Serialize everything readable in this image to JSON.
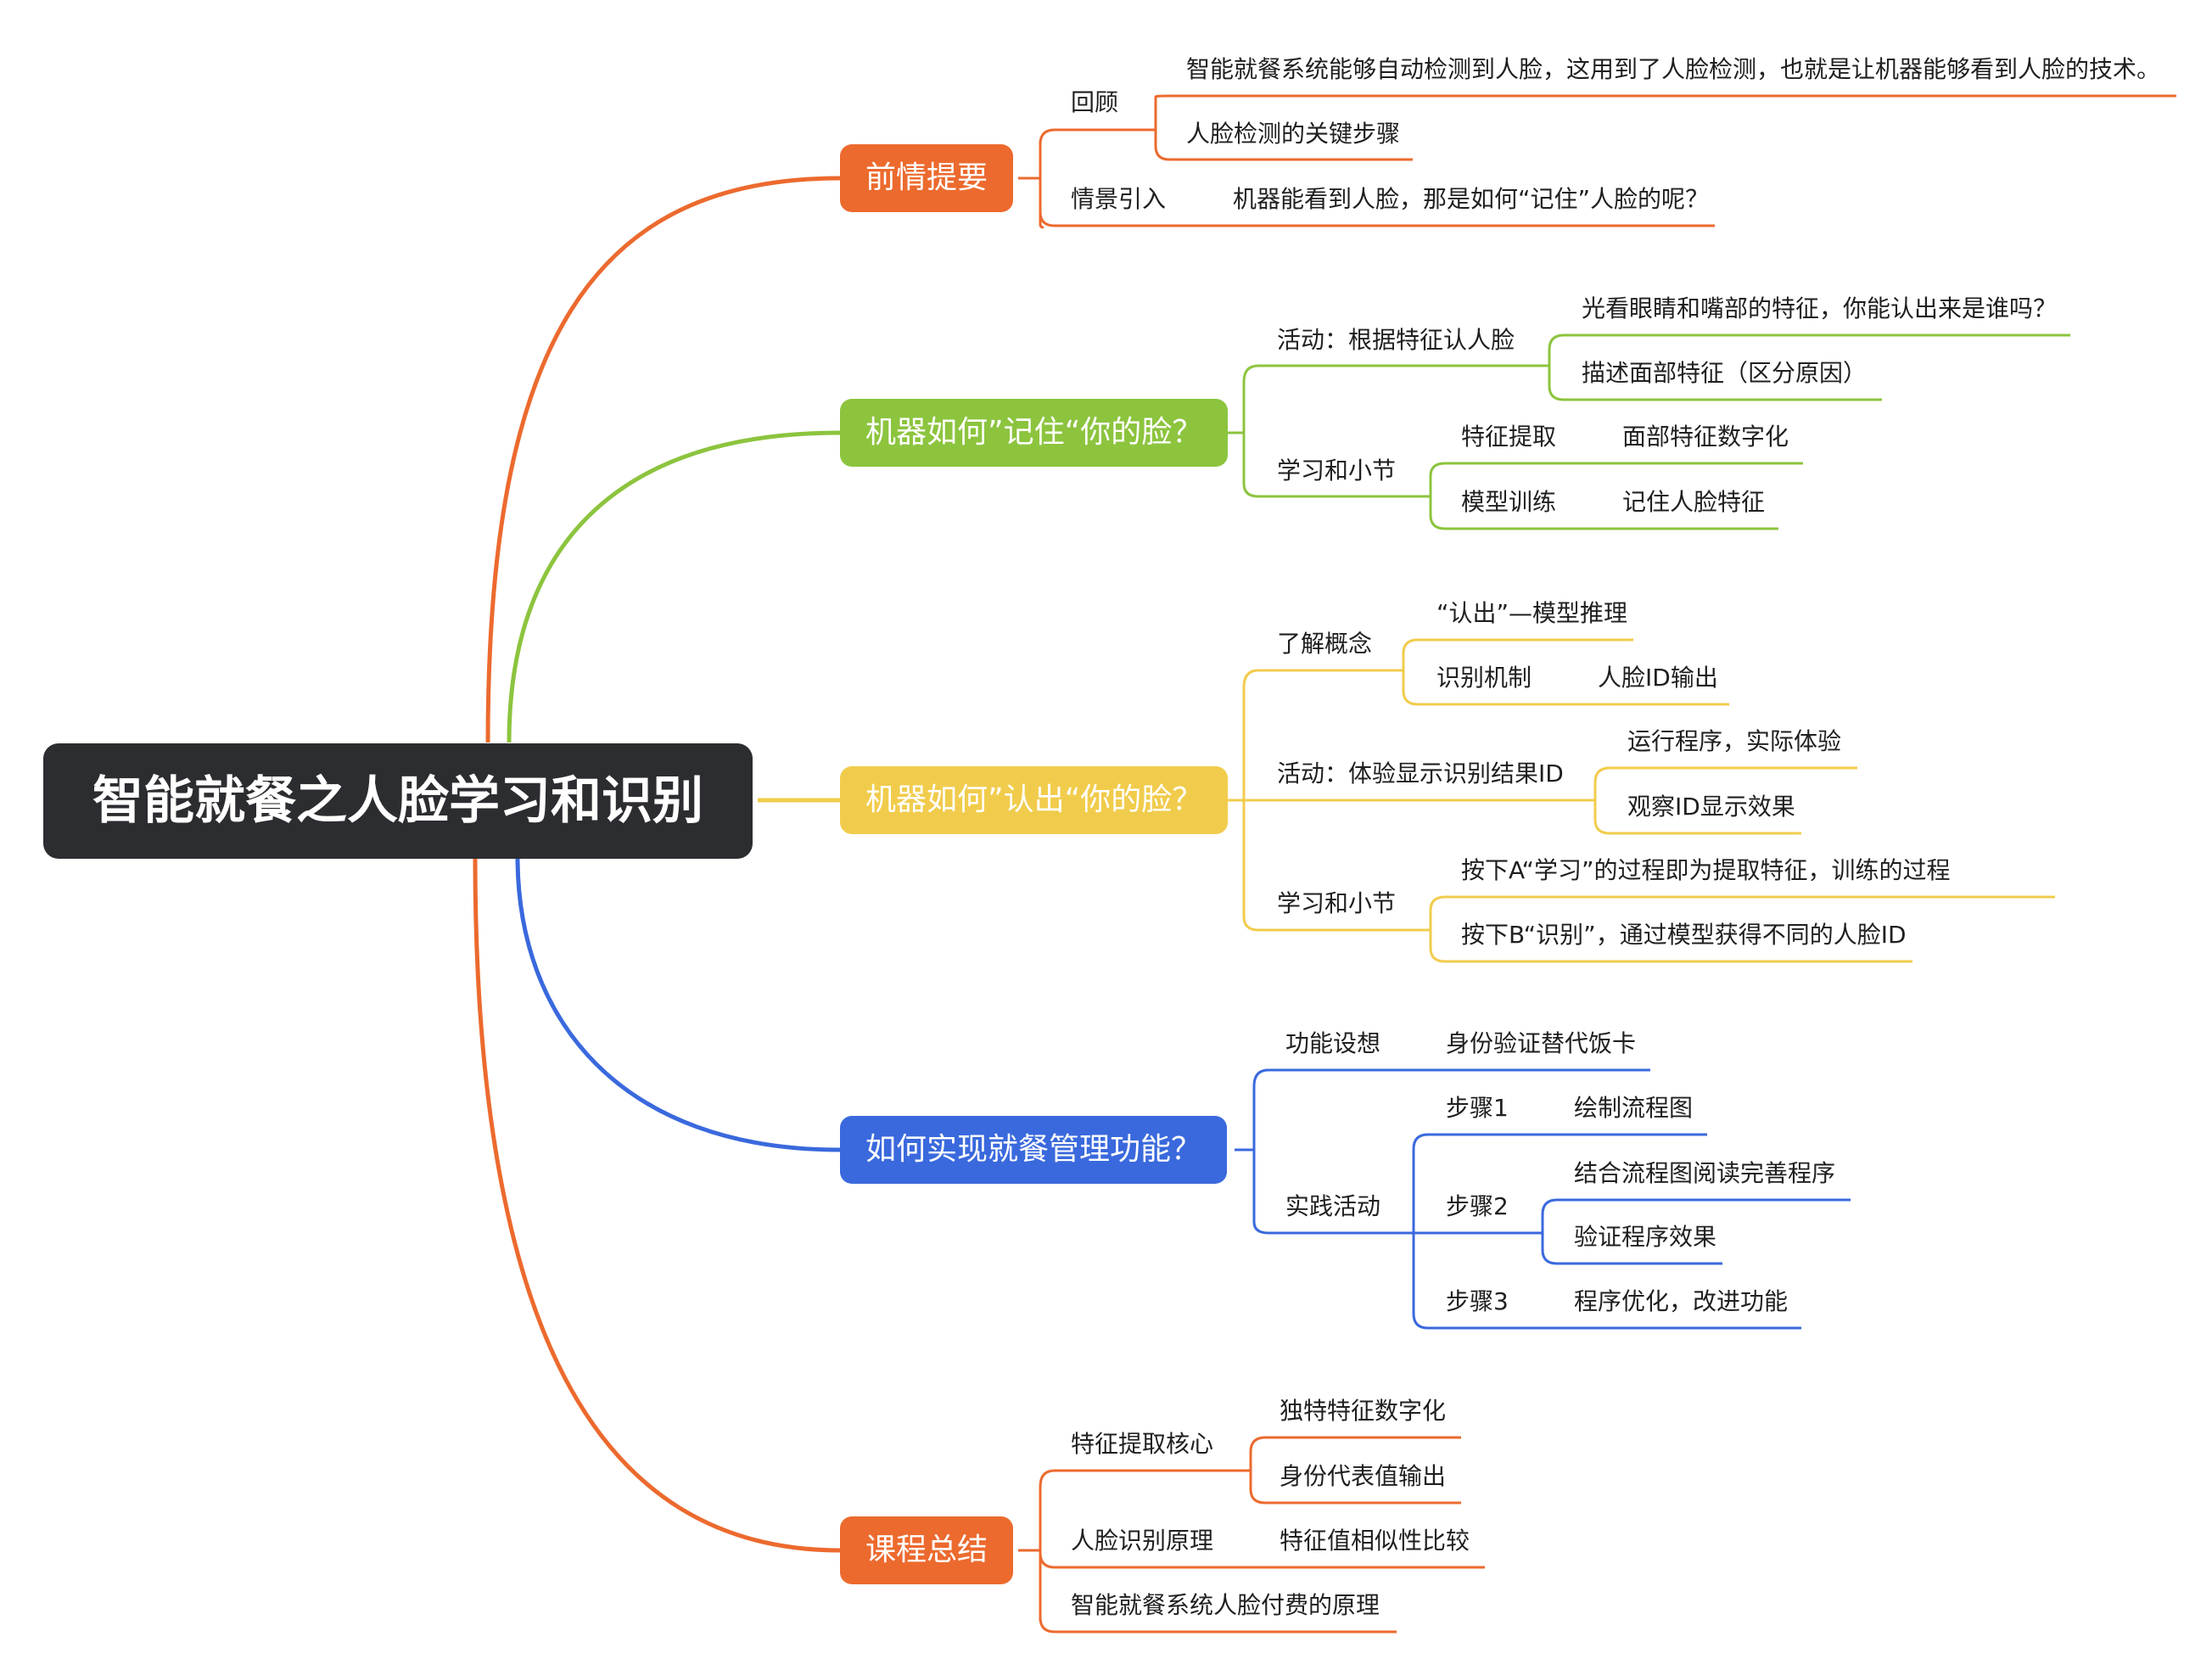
{
  "root": {
    "label": "智能就餐之人脸学习和识别"
  },
  "colors": {
    "root_bg": "#2b2d30",
    "orange": "#ec6a2e",
    "green": "#8cc43e",
    "yellow": "#f1cc4c",
    "blue": "#3a69dd"
  },
  "branches": [
    {
      "label": "前情提要",
      "color": "#ec6a2e",
      "children": [
        {
          "label": "回顾",
          "children": [
            {
              "label": "智能就餐系统能够自动检测到人脸，这用到了人脸检测，也就是让机器能够看到人脸的技术。"
            },
            {
              "label": "人脸检测的关键步骤"
            }
          ]
        },
        {
          "label": "情景引入",
          "children": [
            {
              "label": "机器能看到人脸，那是如何“记住”人脸的呢？"
            }
          ]
        }
      ]
    },
    {
      "label": "机器如何”记住“你的脸？",
      "color": "#8cc43e",
      "children": [
        {
          "label": "活动：根据特征认人脸",
          "children": [
            {
              "label": "光看眼睛和嘴部的特征，你能认出来是谁吗？"
            },
            {
              "label": "描述面部特征（区分原因）"
            }
          ]
        },
        {
          "label": "学习和小节",
          "children": [
            {
              "label": "特征提取",
              "children": [
                {
                  "label": "面部特征数字化"
                }
              ]
            },
            {
              "label": "模型训练",
              "children": [
                {
                  "label": "记住人脸特征"
                }
              ]
            }
          ]
        }
      ]
    },
    {
      "label": "机器如何”认出“你的脸？",
      "color": "#f1cc4c",
      "children": [
        {
          "label": "了解概念",
          "children": [
            {
              "label": "“认出”—模型推理"
            },
            {
              "label": "识别机制",
              "children": [
                {
                  "label": "人脸ID输出"
                }
              ]
            }
          ]
        },
        {
          "label": "活动：体验显示识别结果ID",
          "children": [
            {
              "label": "运行程序，实际体验"
            },
            {
              "label": "观察ID显示效果"
            }
          ]
        },
        {
          "label": "学习和小节",
          "children": [
            {
              "label": "按下A“学习”的过程即为提取特征，训练的过程"
            },
            {
              "label": "按下B“识别”，通过模型获得不同的人脸ID"
            }
          ]
        }
      ]
    },
    {
      "label": "如何实现就餐管理功能？",
      "color": "#3a69dd",
      "children": [
        {
          "label": "功能设想",
          "children": [
            {
              "label": "身份验证替代饭卡"
            }
          ]
        },
        {
          "label": "实践活动",
          "children": [
            {
              "label": "步骤1",
              "children": [
                {
                  "label": "绘制流程图"
                }
              ]
            },
            {
              "label": "步骤2",
              "children": [
                {
                  "label": "结合流程图阅读完善程序"
                },
                {
                  "label": "验证程序效果"
                }
              ]
            },
            {
              "label": "步骤3",
              "children": [
                {
                  "label": "程序优化，改进功能"
                }
              ]
            }
          ]
        }
      ]
    },
    {
      "label": "课程总结",
      "color": "#ec6a2e",
      "children": [
        {
          "label": "特征提取核心",
          "children": [
            {
              "label": "独特特征数字化"
            },
            {
              "label": "身份代表值输出"
            }
          ]
        },
        {
          "label": "人脸识别原理",
          "children": [
            {
              "label": "特征值相似性比较"
            }
          ]
        },
        {
          "label": "智能就餐系统人脸付费的原理"
        }
      ]
    }
  ]
}
